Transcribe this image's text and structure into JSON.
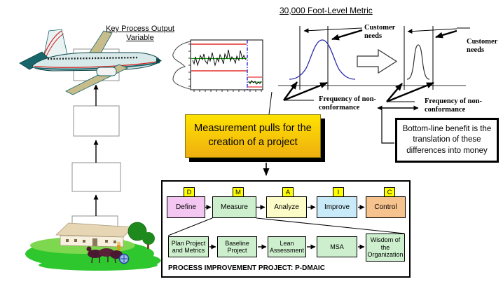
{
  "labels": {
    "kpov": "Key Process Output Variable",
    "metric_title": "30,000 Foot-Level Metric",
    "customer_needs": "Customer needs",
    "frequency": "Frequency of non-conformance"
  },
  "callouts": {
    "measurement_pull": "Measurement pulls for the creation of a project",
    "bottom_line": "Bottom-line benefit is the translation of these differences into money"
  },
  "dmaic": {
    "phases": [
      {
        "tab": "D",
        "label": "Define"
      },
      {
        "tab": "M",
        "label": "Measure"
      },
      {
        "tab": "A",
        "label": "Analyze"
      },
      {
        "tab": "I",
        "label": "Improve"
      },
      {
        "tab": "C",
        "label": "Control"
      }
    ],
    "steps": [
      "Plan Project and Metrics",
      "Baseline Project",
      "Lean Assessment",
      "MSA",
      "Wisdom of the Organization"
    ],
    "footer": "PROCESS IMPROVEMENT PROJECT: P-DMAIC"
  },
  "colors": {
    "define": "#F4C6F2",
    "measure": "#CDEFCD",
    "analyze": "#FCFCC8",
    "improve": "#C9EAF8",
    "control": "#F6C28E",
    "tab": "#FFFF00",
    "step": "#CDEFCD",
    "pull1": "#FFE200",
    "pull2": "#EFAF10",
    "shadow": "#000000",
    "ucl": "#E00000",
    "centerline": "#00A000",
    "stageline": "#1010E0",
    "curve": "#2828B0",
    "grass": "#2EC82E"
  }
}
